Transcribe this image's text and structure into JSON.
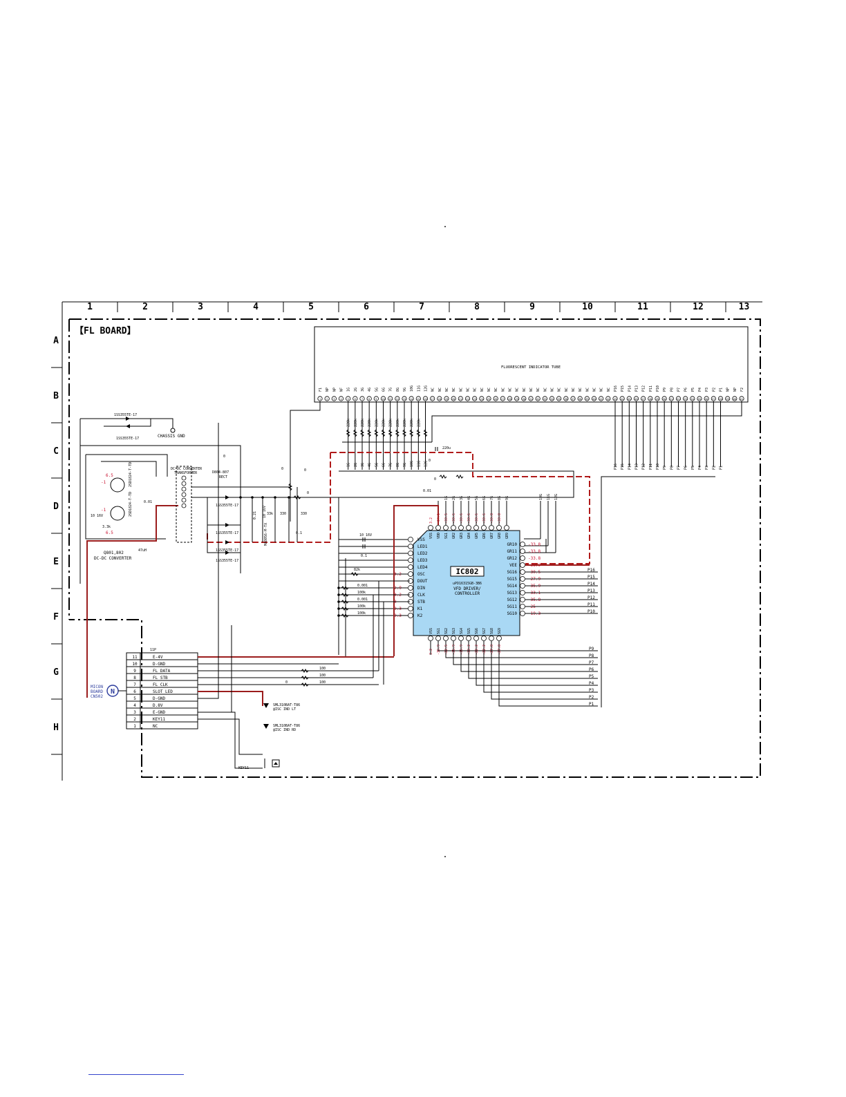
{
  "board_title": "【FL BOARD】",
  "columns": [
    "1",
    "2",
    "3",
    "4",
    "5",
    "6",
    "7",
    "8",
    "9",
    "10",
    "11",
    "12",
    "13"
  ],
  "rows": [
    "A",
    "B",
    "C",
    "D",
    "E",
    "F",
    "G",
    "H"
  ],
  "tube": {
    "label": "FLUORESCENT INDICATOR TUBE",
    "pins": [
      "F1",
      "NP",
      "NP",
      "NF",
      "1G",
      "2G",
      "3G",
      "4G",
      "5G",
      "6G",
      "7G",
      "8G",
      "9G",
      "10G",
      "11G",
      "12G",
      "NC",
      "NC",
      "NC",
      "NC",
      "NC",
      "NC",
      "NC",
      "NC",
      "NC",
      "NC",
      "NC",
      "NC",
      "NC",
      "NC",
      "NC",
      "NC",
      "NC",
      "NC",
      "NC",
      "NC",
      "NC",
      "NC",
      "NC",
      "NC",
      "NC",
      "NC",
      "P16",
      "P15",
      "P14",
      "P13",
      "P12",
      "P11",
      "P10",
      "P9",
      "P8",
      "P7",
      "P6",
      "P5",
      "P4",
      "P3",
      "P2",
      "P1",
      "NP",
      "NP",
      "F2"
    ]
  },
  "ic": {
    "name": "IC802",
    "part": "uPD16315GB-3B6",
    "desc1": "VFD DRIVER/",
    "desc2": "CONTROLLER",
    "left_pins": [
      "VSS",
      "LED1",
      "LED2",
      "LED3",
      "LED4",
      "OSC",
      "DOUT",
      "DIN",
      "CLK",
      "STB",
      "K1",
      "K2"
    ],
    "left_volts": [
      "",
      "",
      "",
      "",
      "",
      "3.2",
      "",
      "2.9",
      "3.2",
      "3",
      "0.3",
      "0.3"
    ],
    "top_pins": [
      "VSS",
      "VDD",
      "SG1",
      "GR2",
      "GR3",
      "GR4",
      "GR5",
      "GR6",
      "GR7",
      "GR8",
      "GR9"
    ],
    "top_volts": [
      "3.2",
      "-34.1",
      "-33.5",
      "-33.6",
      "-33.6",
      "-33.6",
      "-33.6",
      "-33.6",
      "-33.8",
      "-33.8"
    ],
    "top_grid_labels": [
      "1G",
      "2G",
      "3G",
      "4G",
      "5G",
      "6G",
      "7G",
      "8G",
      "9G"
    ],
    "right_pins": [
      "GR10",
      "GR11",
      "GR12",
      "VEE",
      "SG16",
      "SG15",
      "SG14",
      "SG13",
      "SG12",
      "SG11",
      "SG10"
    ],
    "right_volts": [
      "-33.8",
      "-33.8",
      "-33.8",
      "-38.9",
      "-30.5",
      "-27.9",
      "-35.9",
      "-33.1",
      "-35.8",
      "-25",
      "-19.3"
    ],
    "right_nets": [
      "",
      "",
      "",
      "",
      "P16",
      "P15",
      "P14",
      "P13",
      "P12",
      "P11",
      "P10"
    ],
    "bottom_pins": [
      "VSS",
      "SG1",
      "SG2",
      "SG3",
      "SG4",
      "SG5",
      "SG6",
      "SG7",
      "SG8",
      "SG9"
    ],
    "bottom_volts": [
      "3.2",
      "-35.9",
      "-22.5",
      "-35.9",
      "-35.9",
      "-33.2",
      "-22.2",
      "-22.2",
      "-27.8",
      "-27.8"
    ],
    "bottom_nets": [
      "P9",
      "P8",
      "P7",
      "P6",
      "P5",
      "P4",
      "P3",
      "P2",
      "P1"
    ]
  },
  "connector": {
    "ref": "11P",
    "pins": [
      {
        "num": "11",
        "name": "E-4V"
      },
      {
        "num": "10",
        "name": "D-GND"
      },
      {
        "num": "9",
        "name": "FL DATA"
      },
      {
        "num": "8",
        "name": "FL STB"
      },
      {
        "num": "7",
        "name": "FL CLK"
      },
      {
        "num": "6",
        "name": "SLOT LED"
      },
      {
        "num": "5",
        "name": "D-GND"
      },
      {
        "num": "4",
        "name": "D.8V"
      },
      {
        "num": "3",
        "name": "E-GND"
      },
      {
        "num": "2",
        "name": "KEY11"
      },
      {
        "num": "1",
        "name": "NC"
      }
    ],
    "badge": "N",
    "board_label": [
      "MICON",
      "BOARD",
      "CN502"
    ]
  },
  "components": {
    "diode_top1": "1SS355TE-17",
    "diode_top2": "1SS355TE-17",
    "chassis_gnd": "CHASSIS GND",
    "transformer1": "DC-DC CONVERTER",
    "transformer2": "TRANSFORMER",
    "rect1": "D804-807",
    "rect2": "RECT",
    "q1_part": "2SD1824-T-TD",
    "q2_part": "2SD1824-T-TD",
    "q_label1": "Q801,802",
    "q_label2": "DC-DC CONVERTER",
    "inductor": "47uH",
    "rect_diodes": [
      "1SS355TE-17",
      "1SS355TE-17",
      "1SS355TE-17",
      "1SS355TE-17"
    ],
    "zener": "MA8056-M-TX",
    "cap_220": "220u",
    "cap_001": "0.01",
    "led1": "SML310BAT-T86",
    "led1_sub": "@ISC IND LT",
    "led2": "SML310BAT-T86",
    "led2_sub": "@ISC IND RD",
    "key": "KEY11",
    "res_100": "100",
    "res_82k": "82k",
    "cap_10_16v": "10 16V",
    "res_33k": "33k",
    "res_330": "330",
    "cap_01": "0.1",
    "cap_001b": "0.001",
    "res_100k": "100k",
    "grid_labels_c": [
      "1G",
      "2G",
      "3G",
      "4G",
      "5G",
      "6G",
      "7G",
      "8G",
      "9G",
      "10G",
      "11G",
      "12G"
    ],
    "grid_labels_d": [
      "10G",
      "11G",
      "12G"
    ],
    "p_labels": [
      "P16",
      "P15",
      "P14",
      "P13",
      "P12",
      "P11",
      "P10",
      "P9",
      "P8",
      "P7",
      "P6",
      "P5",
      "P4",
      "P3",
      "P2",
      "P1"
    ],
    "volt_q1": "6.5",
    "volt_q1b": "-1",
    "volt_q2": "-1",
    "volt_q2b": "6.5",
    "cap_10_16v_b": "10 16V",
    "cap_001_c": "0.01",
    "cap_021": "0.21",
    "res_33k_d": "3.3k",
    "cap_10": "10 16V",
    "res_0": "0"
  },
  "colors": {
    "ic_fill": "#a9d8f4",
    "red_trace": "#9b1c1c",
    "red_dash": "#b01a1a",
    "voltage": "#c8102e"
  }
}
